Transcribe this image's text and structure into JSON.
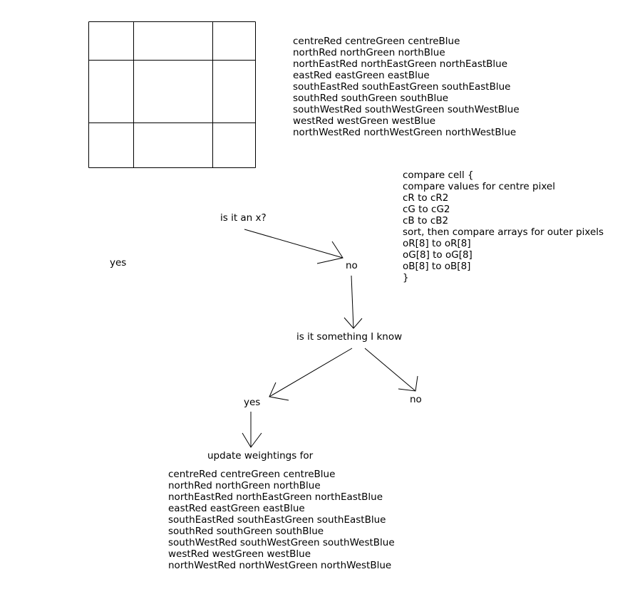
{
  "pixel_list_top": [
    "centreRed centreGreen centreBlue",
    "northRed northGreen northBlue",
    "northEastRed northEastGreen northEastBlue",
    "eastRed eastGreen eastBlue",
    "southEastRed southEastGreen southEastBlue",
    "southRed southGreen southBlue",
    "southWestRed southWestGreen southWestBlue",
    "westRed westGreen westBlue",
    "northWestRed northWestGreen northWestBlue"
  ],
  "compare_block": [
    "compare cell {",
    "compare values for centre pixel",
    "cR to cR2",
    "cG to cG2",
    "cB to cB2",
    "sort, then compare arrays for outer pixels",
    "oR[8] to oR[8]",
    "oG[8] to oG[8]",
    "oB[8] to oB[8]",
    "}"
  ],
  "nodes": {
    "is_x": "is it an x?",
    "yes_left": "yes",
    "no_top": "no",
    "known": "is it something I know",
    "yes_bottom": "yes",
    "no_bottom": "no",
    "update": "update weightings  for"
  },
  "pixel_list_bottom": [
    "centreRed centreGreen centreBlue",
    "northRed northGreen northBlue",
    "northEastRed northEastGreen northEastBlue",
    "eastRed eastGreen eastBlue",
    "southEastRed southEastGreen southEastBlue",
    "southRed southGreen southBlue",
    "southWestRed southWestGreen southWestBlue",
    "westRed westGreen westBlue",
    "northWestRed northWestGreen northWestBlue"
  ]
}
